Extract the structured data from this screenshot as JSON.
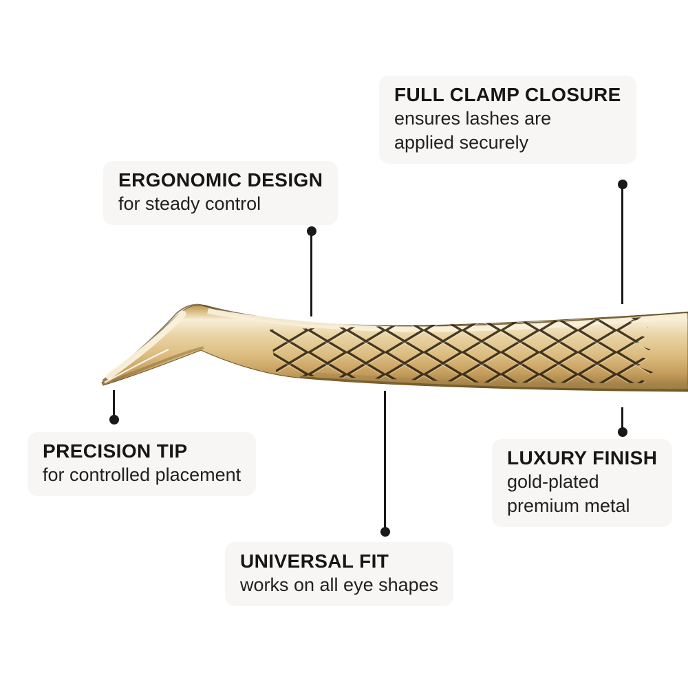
{
  "image_kind": "product-feature-infographic",
  "product_image": "gold-tweezers",
  "colors": {
    "background": "#ffffff",
    "callout_bg": "#f7f6f5",
    "title_text": "#161616",
    "body_text": "#212121",
    "leader_line": "#191919",
    "gold_highlight": "#f8eed6",
    "gold_mid": "#d9ba7e",
    "gold_dark": "#77592a",
    "hatch_dark": "#2e2310"
  },
  "callouts": [
    {
      "id": "full-clamp-closure",
      "title": "FULL CLAMP CLOSURE",
      "description": "ensures lashes are\napplied securely"
    },
    {
      "id": "ergonomic-design",
      "title": "ERGONOMIC DESIGN",
      "description": "for steady control"
    },
    {
      "id": "precision-tip",
      "title": "PRECISION TIP",
      "description": "for controlled placement"
    },
    {
      "id": "luxury-finish",
      "title": "LUXURY FINISH",
      "description": "gold-plated\npremium metal"
    },
    {
      "id": "universal-fit",
      "title": "UNIVERSAL FIT",
      "description": "works on all eye shapes"
    }
  ]
}
